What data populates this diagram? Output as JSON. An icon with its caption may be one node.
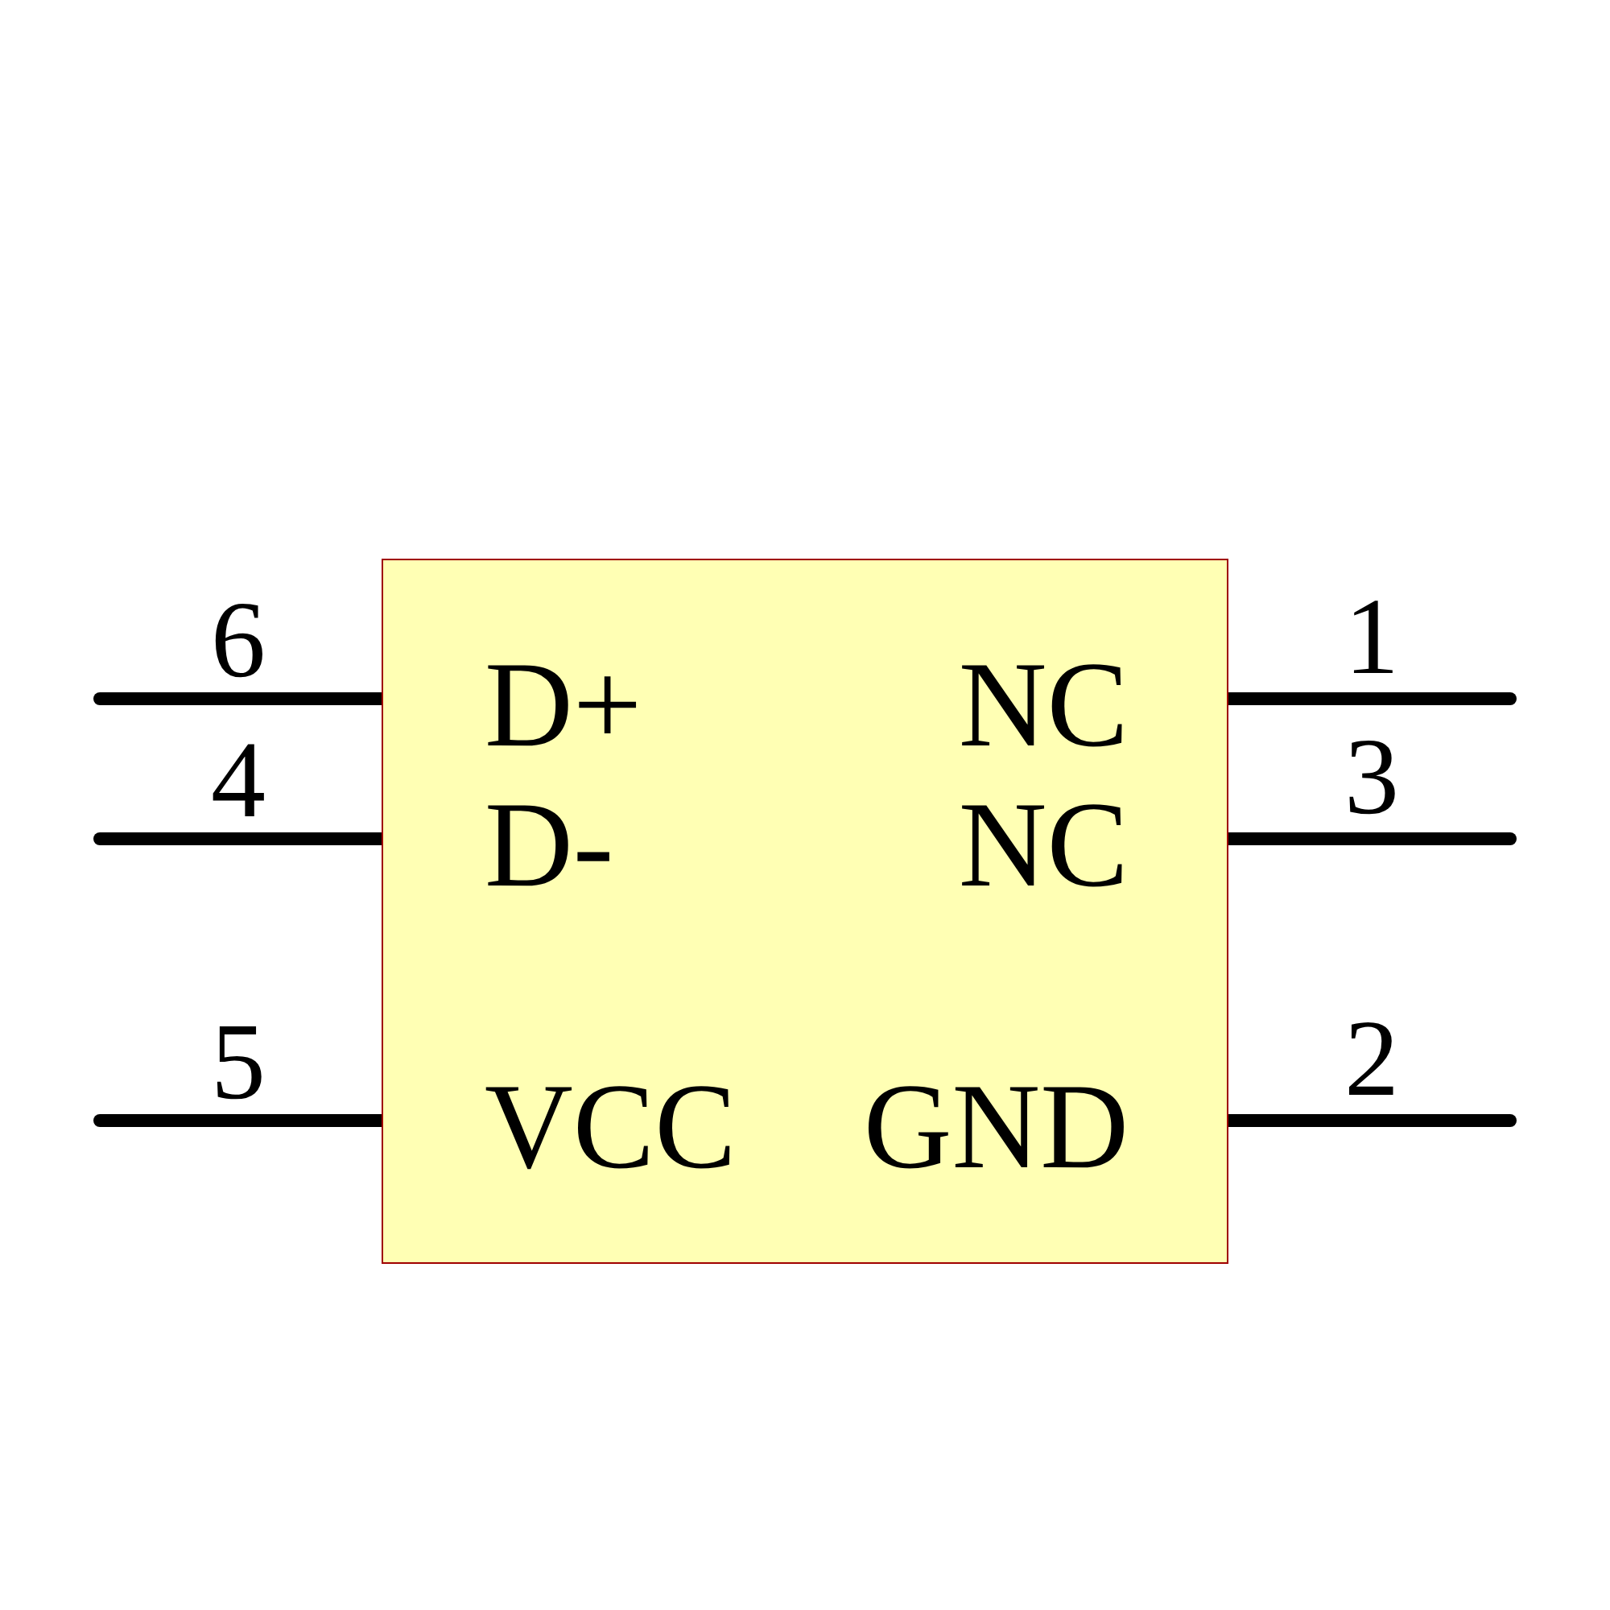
{
  "diagram": {
    "nodes": [
      {
        "text": [
          "D+",
          "NC",
          "D-",
          "NC",
          "VCC",
          "GND"
        ]
      }
    ],
    "labels": [
      "6",
      "1",
      "4",
      "3",
      "5",
      "2"
    ]
  }
}
